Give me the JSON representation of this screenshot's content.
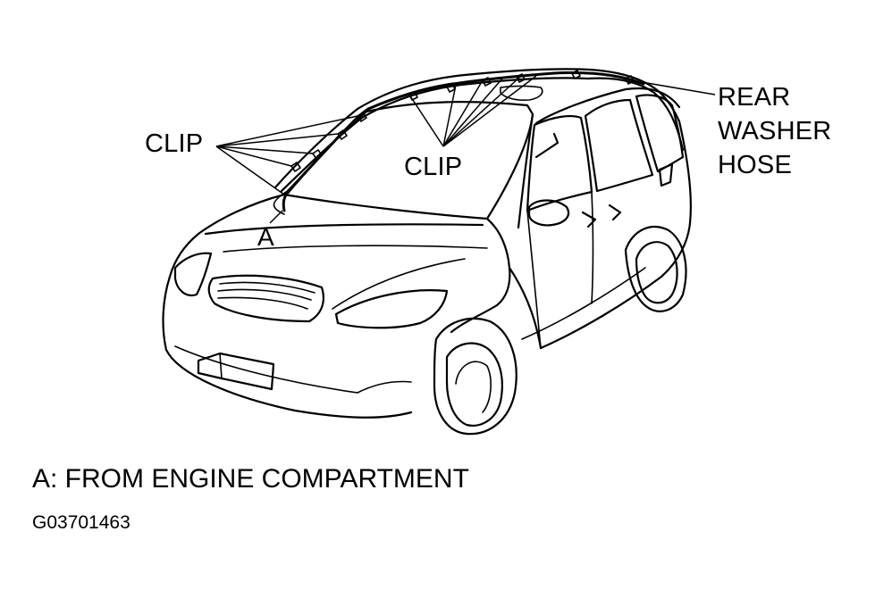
{
  "labels": {
    "clip_left": "CLIP",
    "clip_right": "CLIP",
    "point_a": "A",
    "rear_washer_hose": [
      "REAR",
      "WASHER",
      "HOSE"
    ]
  },
  "caption": "A: FROM ENGINE COMPARTMENT",
  "figure_id": "G03701463"
}
